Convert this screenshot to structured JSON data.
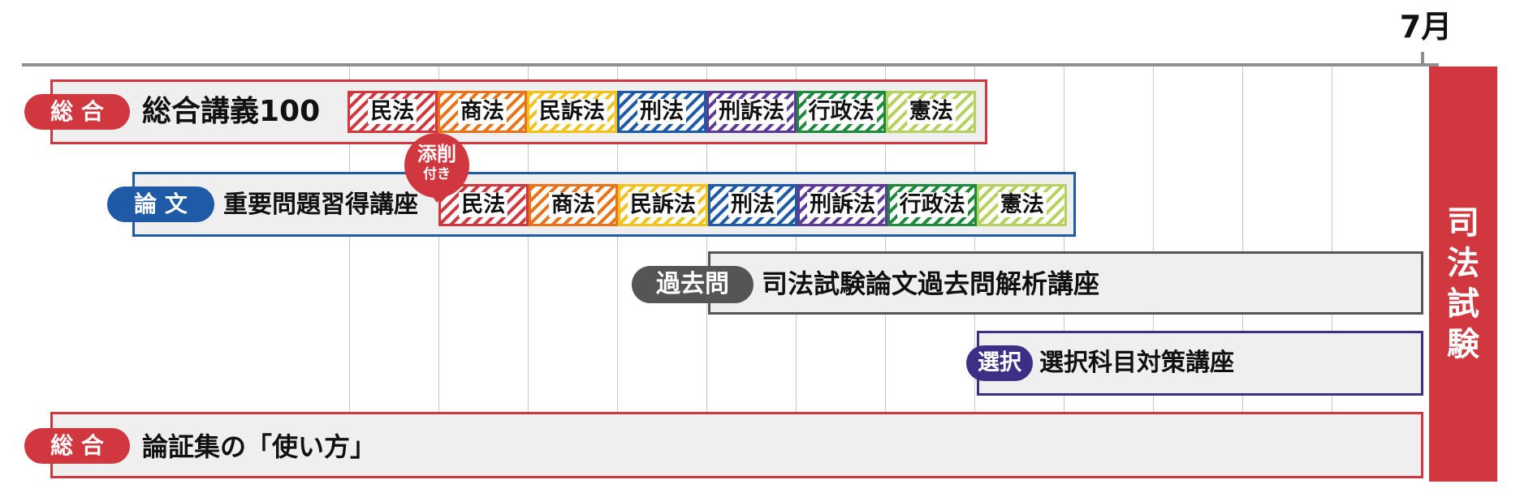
{
  "timeline": {
    "month_label": "7月",
    "exam_label": "司法試験"
  },
  "colors": {
    "red": "#d0373f",
    "blue": "#1f5aa6",
    "gray": "#555555",
    "purple": "#3c2f86",
    "subjects": {
      "民法": "#d0373f",
      "商法": "#e8731a",
      "民訴法": "#f2c21b",
      "刑法": "#1f5aa6",
      "刑訴法": "#5d3a96",
      "行政法": "#1f8a3c",
      "憲法": "#b5d15f"
    }
  },
  "courses": [
    {
      "tag": "総 合",
      "title": "総合講義100",
      "subjects": [
        "民法",
        "商法",
        "民訴法",
        "刑法",
        "刑訴法",
        "行政法",
        "憲法"
      ]
    },
    {
      "tag": "論 文",
      "title": "重要問題習得講座",
      "badge": {
        "line1": "添削",
        "line2": "付き"
      },
      "subjects": [
        "民法",
        "商法",
        "民訴法",
        "刑法",
        "刑訴法",
        "行政法",
        "憲法"
      ]
    },
    {
      "tag": "過去問",
      "title": "司法試験論文過去問解析講座"
    },
    {
      "tag": "選択",
      "title": "選択科目対策講座"
    },
    {
      "tag": "総 合",
      "title": "論証集の「使い方」"
    }
  ]
}
